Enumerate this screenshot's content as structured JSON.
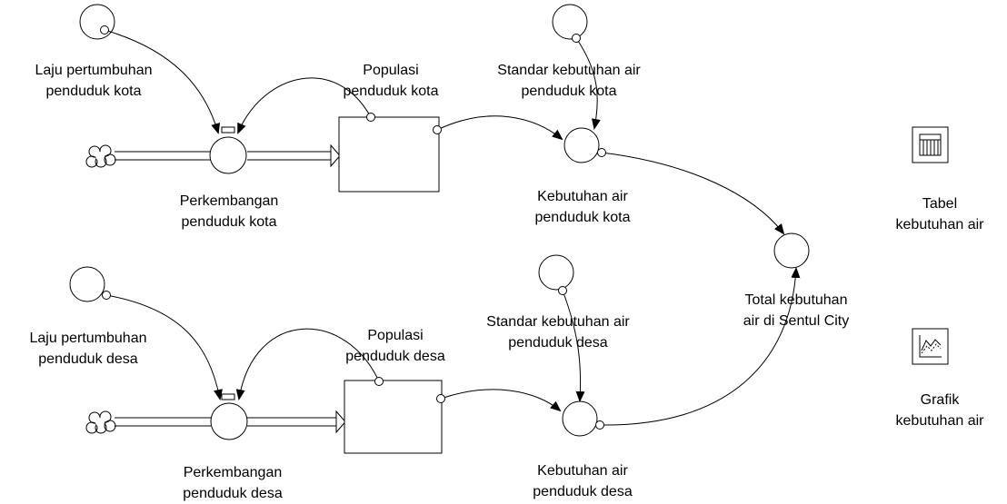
{
  "diagram": {
    "labels": {
      "laju_kota": [
        "Laju pertumbuhan",
        "penduduk kota"
      ],
      "populasi_kota": [
        "Populasi",
        "penduduk kota"
      ],
      "standar_kota": [
        "Standar kebutuhan air",
        "penduduk kota"
      ],
      "perkembangan_kota": [
        "Perkembangan",
        "penduduk kota"
      ],
      "kebutuhan_kota": [
        "Kebutuhan air",
        "penduduk kota"
      ],
      "tabel": [
        "Tabel",
        "kebutuhan air"
      ],
      "total": [
        "Total kebutuhan",
        "air di Sentul City"
      ],
      "laju_desa": [
        "Laju pertumbuhan",
        "penduduk desa"
      ],
      "populasi_desa": [
        "Populasi",
        "penduduk desa"
      ],
      "standar_desa": [
        "Standar kebutuhan air",
        "penduduk desa"
      ],
      "grafik": [
        "Grafik",
        "kebutuhan air"
      ],
      "perkembangan_desa": [
        "Perkembangan",
        "penduduk desa"
      ],
      "kebutuhan_desa": [
        "Kebutuhan air",
        "penduduk desa"
      ]
    },
    "icons": [
      "cloud-source-icon",
      "table-icon",
      "graph-icon"
    ]
  }
}
